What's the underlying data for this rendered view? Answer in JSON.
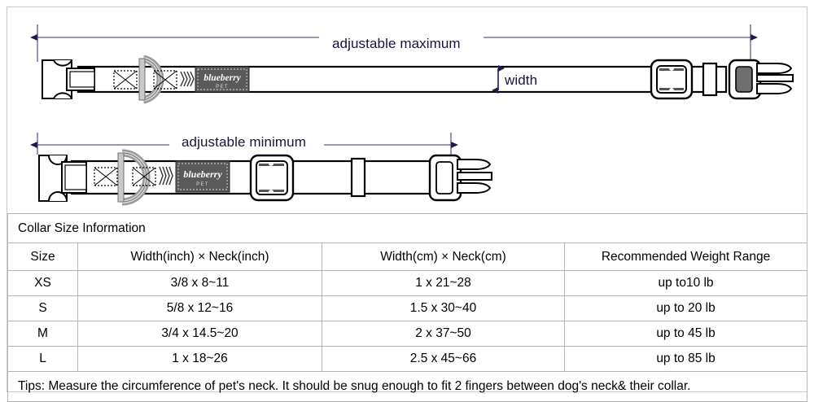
{
  "diagram": {
    "max_label": "adjustable maximum",
    "min_label": "adjustable minimum",
    "width_label": "width",
    "brand_label": "blueberry",
    "brand_sub": "PET",
    "arrow_color": "#1b1b4e",
    "line_color": "#5c5c82",
    "stroke_color": "#000000",
    "dring_color": "#b8b8b8",
    "tag_color": "#5a5a5a"
  },
  "table": {
    "title": "Collar Size Information",
    "headers": [
      "Size",
      "Width(inch)  ×  Neck(inch)",
      "Width(cm)  ×  Neck(cm)",
      "Recommended Weight Range"
    ],
    "rows": [
      {
        "size": "XS",
        "inch": "3/8 x 8~11",
        "cm": "1 x 21~28",
        "weight": "up to10 lb"
      },
      {
        "size": "S",
        "inch": "5/8 x 12~16",
        "cm": "1.5 x 30~40",
        "weight": "up to 20 lb"
      },
      {
        "size": "M",
        "inch": "3/4 x 14.5~20",
        "cm": "2 x 37~50",
        "weight": "up to 45 lb"
      },
      {
        "size": "L",
        "inch": "1 x 18~26",
        "cm": "2.5 x 45~66",
        "weight": "up to 85 lb"
      }
    ],
    "tips": "Tips: Measure the circumference of pet's neck. It should be snug enough to fit 2 fingers between dog's neck& their collar."
  }
}
